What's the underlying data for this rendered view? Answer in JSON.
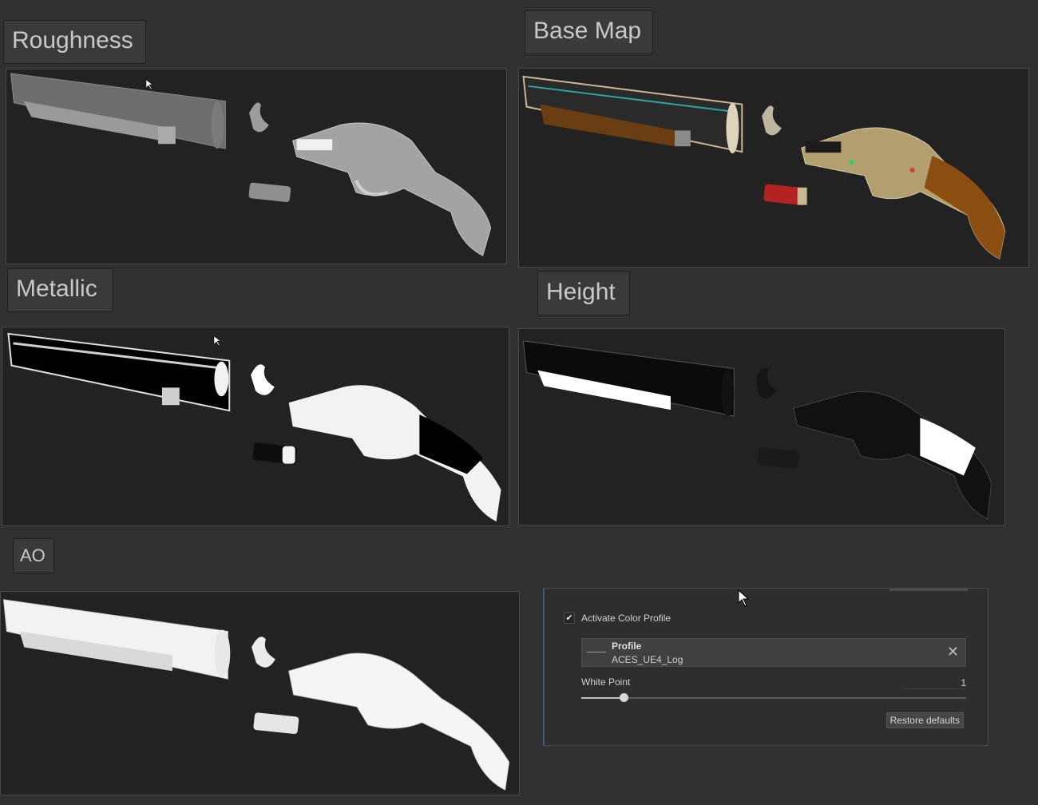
{
  "panels": {
    "roughness": {
      "label": "Roughness"
    },
    "base_map": {
      "label": "Base Map"
    },
    "metallic": {
      "label": "Metallic"
    },
    "height": {
      "label": "Height"
    },
    "ao": {
      "label": "AO"
    }
  },
  "color_profile": {
    "activate_label": "Activate Color Profile",
    "activated": true,
    "profile_title": "Profile",
    "profile_value": "ACES_UE4_Log",
    "white_point_label": "White Point",
    "white_point_value": "1",
    "white_point_slider_fraction": 0.11,
    "restore_label": "Restore defaults"
  },
  "colors": {
    "background": "#313131",
    "viewport": "#222222",
    "accent_border": "#3b5a86"
  }
}
